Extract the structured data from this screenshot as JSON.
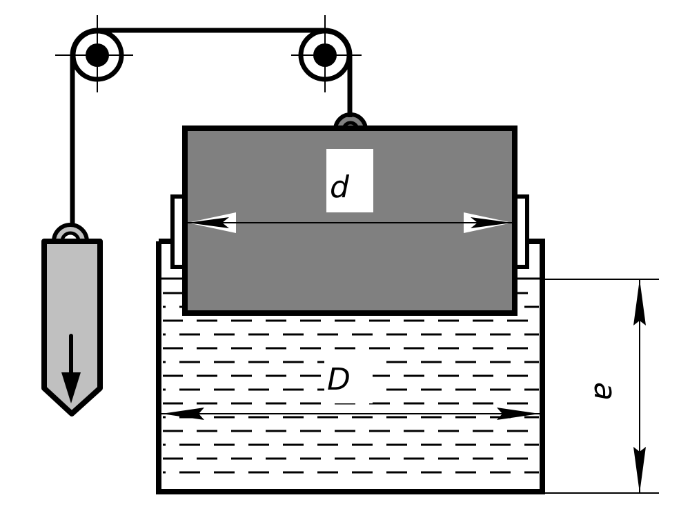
{
  "labels": {
    "float_diameter": "d",
    "tank_diameter": "D",
    "liquid_depth": "a"
  },
  "colors": {
    "float": "#808080",
    "weight": "#c0c0c0",
    "stroke": "#000000"
  }
}
